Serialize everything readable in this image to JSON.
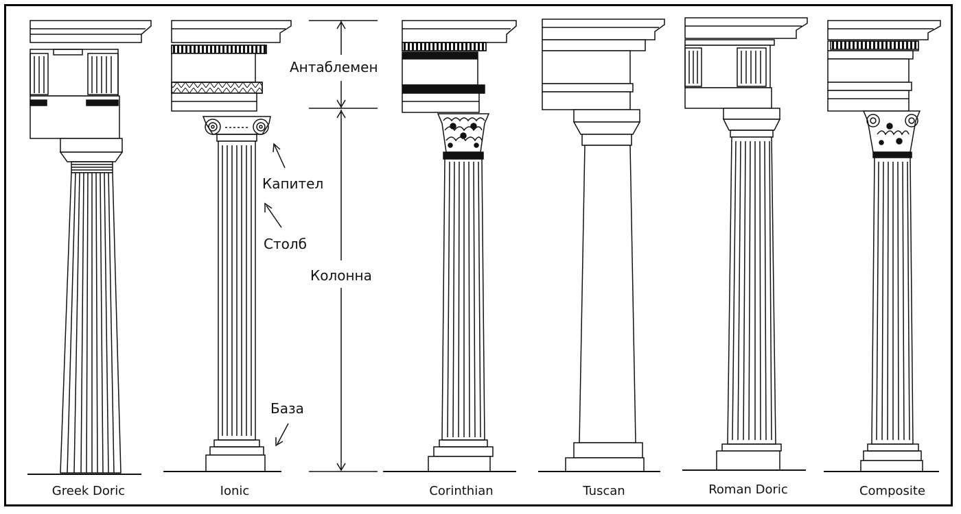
{
  "columns": [
    {
      "name": "Greek Doric"
    },
    {
      "name": "Ionic"
    },
    {
      "name": "Corinthian"
    },
    {
      "name": "Tuscan"
    },
    {
      "name": "Roman Doric"
    },
    {
      "name": "Composite"
    }
  ],
  "annotations": {
    "entablature": "Антаблемен",
    "capital": "Капител",
    "shaft": "Столб",
    "column": "Колонна",
    "base": "База"
  },
  "colors": {
    "line": "#111111",
    "background": "#ffffff"
  }
}
